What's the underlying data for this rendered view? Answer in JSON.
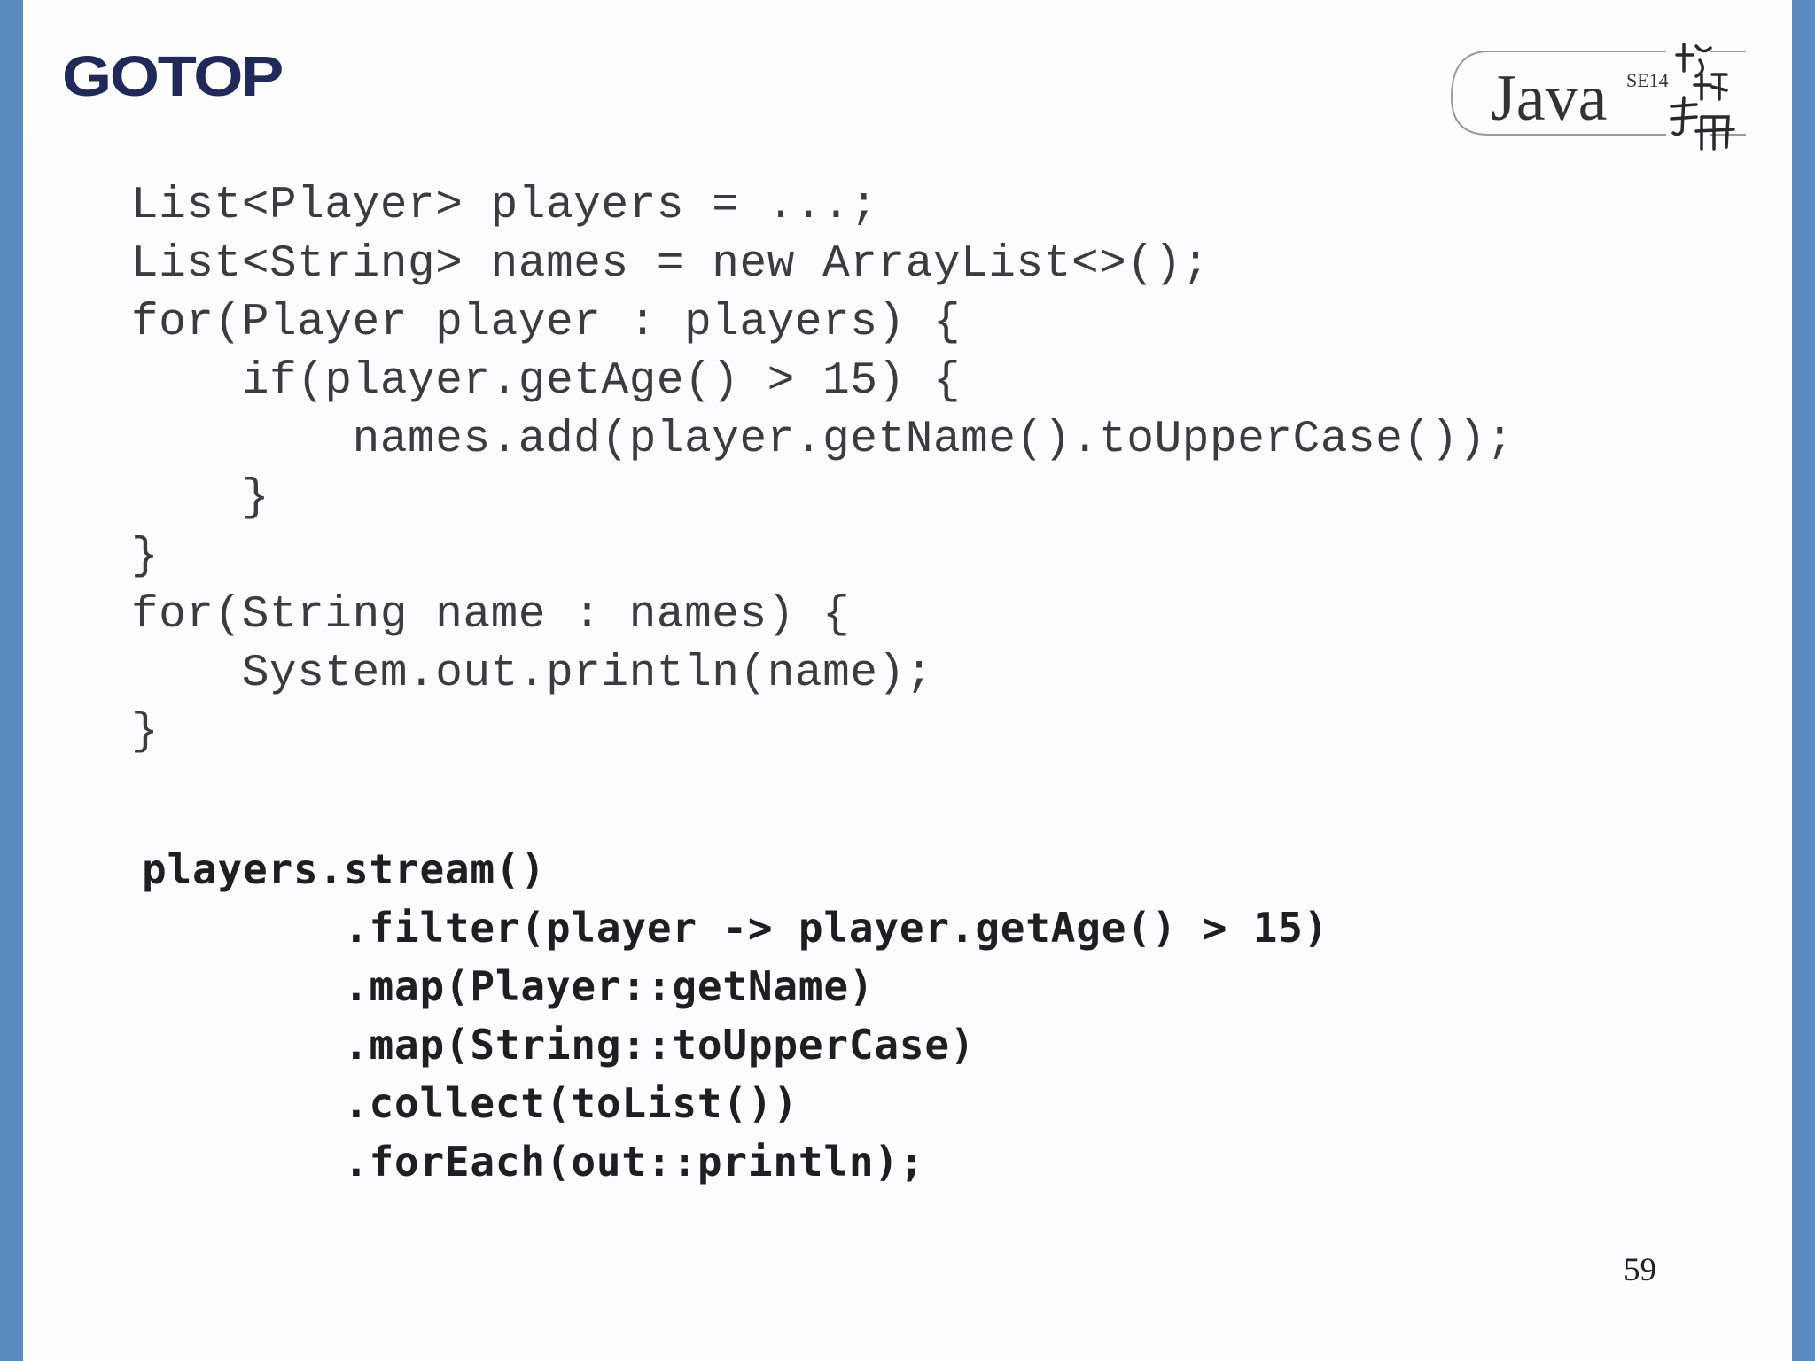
{
  "slide": {
    "logo_text": "GOTOP",
    "book_logo": {
      "title": "Java",
      "edition": "SE14",
      "subtitle_chars": "技術手冊"
    },
    "page_number": "59"
  },
  "code_loop": [
    "List<Player> players = ...;",
    "List<String> names = new ArrayList<>();",
    "for(Player player : players) {",
    "    if(player.getAge() > 15) {",
    "        names.add(player.getName().toUpperCase());",
    "    }",
    "}",
    "for(String name : names) {",
    "    System.out.println(name);",
    "}"
  ],
  "code_stream": [
    "players.stream()",
    "        .filter(player -> player.getAge() > 15)",
    "        .map(Player::getName)",
    "        .map(String::toUpperCase)",
    "        .collect(toList())",
    "        .forEach(out::println);"
  ],
  "colors": {
    "side_bar": "#5b8cc0",
    "logo_navy": "#1f2a5a",
    "code_text": "#3c3c3c"
  }
}
